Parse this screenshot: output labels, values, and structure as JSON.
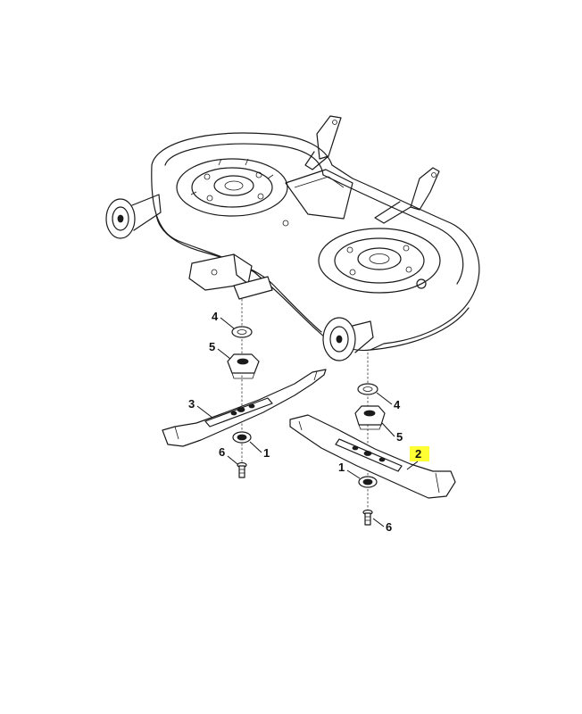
{
  "highlight_color": "#ffff33",
  "line_color": "#1a1a1a",
  "callouts": [
    {
      "id": "c4a",
      "label": "4"
    },
    {
      "id": "c5a",
      "label": "5"
    },
    {
      "id": "c3",
      "label": "3"
    },
    {
      "id": "c6a",
      "label": "6"
    },
    {
      "id": "c1a",
      "label": "1"
    },
    {
      "id": "c4b",
      "label": "4"
    },
    {
      "id": "c5b",
      "label": "5"
    },
    {
      "id": "c2",
      "label": "2"
    },
    {
      "id": "c1b",
      "label": "1"
    },
    {
      "id": "c6b",
      "label": "6"
    }
  ]
}
